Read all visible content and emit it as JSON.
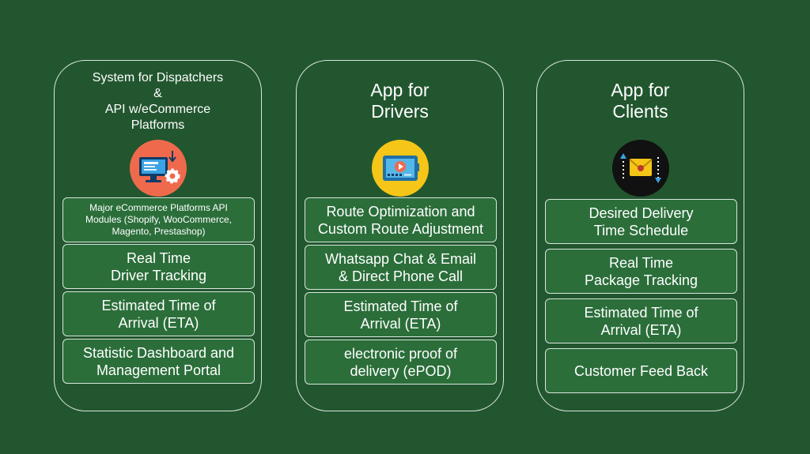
{
  "columns": [
    {
      "title": "System for Dispatchers\n&\nAPI w/eCommerce\nPlatforms",
      "icon": "monitor-gear-icon",
      "icon_color": "#ef6a4c",
      "items": [
        "Major eCommerce Platforms API\nModules (Shopify, WooCommerce,\nMagento, Prestashop)",
        "Real Time\nDriver Tracking",
        "Estimated Time of\nArrival (ETA)",
        "Statistic Dashboard and\nManagement Portal"
      ]
    },
    {
      "title": "App for\nDrivers",
      "icon": "tablet-play-icon",
      "icon_color": "#f5c518",
      "items": [
        "Route Optimization and\nCustom Route Adjustment",
        "Whatsapp Chat & Email\n& Direct Phone Call",
        "Estimated Time of\nArrival (ETA)",
        "electronic proof of\ndelivery (ePOD)"
      ]
    },
    {
      "title": "App for\nClients",
      "icon": "envelope-arrows-icon",
      "icon_color": "#111111",
      "items": [
        "Desired Delivery\nTime Schedule",
        "Real Time\nPackage Tracking",
        "Estimated Time of\nArrival (ETA)",
        "Customer Feed Back"
      ]
    }
  ],
  "colors": {
    "background": "#22562f",
    "box_fill": "#2b6e3a",
    "border": "#d9e6dc"
  }
}
